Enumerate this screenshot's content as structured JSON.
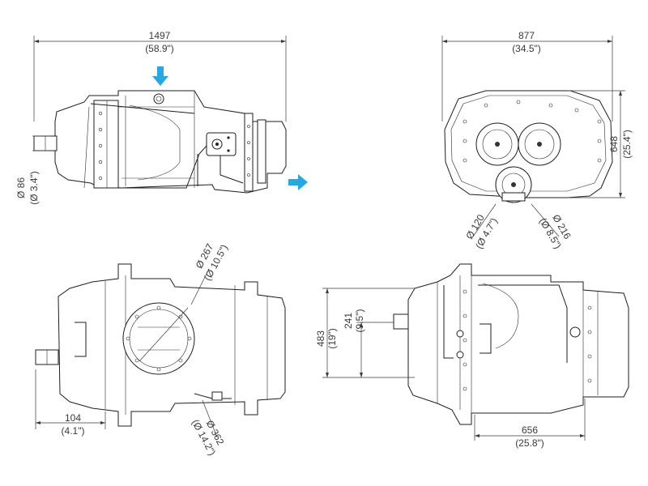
{
  "dimensions": {
    "top_width_mm": "1497",
    "top_width_in": "(58.9\")",
    "shaft_dia_mm": "Ø 86",
    "shaft_dia_in": "(Ø 3.4\")",
    "side_width_mm": "877",
    "side_width_in": "(34.5\")",
    "side_height_mm": "648",
    "side_height_in": "(25.4\")",
    "port_a_mm": "Ø 120",
    "port_a_in": "(Ø 4.7\")",
    "port_b_mm": "Ø 216",
    "port_b_in": "(Ø 8.5\")",
    "inlet_dia_mm": "Ø 267",
    "inlet_dia_in": "(Ø 10.5\")",
    "outlet_dia_mm": "Ø 362",
    "outlet_dia_in": "(Ø 14.2\")",
    "shaft_len_mm": "104",
    "shaft_len_in": "(4.1\")",
    "height_mm": "483",
    "height_in": "(19\")",
    "axis_height_mm": "241",
    "axis_height_in": "(9.5\")",
    "foot_len_mm": "656",
    "foot_len_in": "(25.8\")"
  },
  "colors": {
    "flow_arrow": "#25a9e0"
  }
}
